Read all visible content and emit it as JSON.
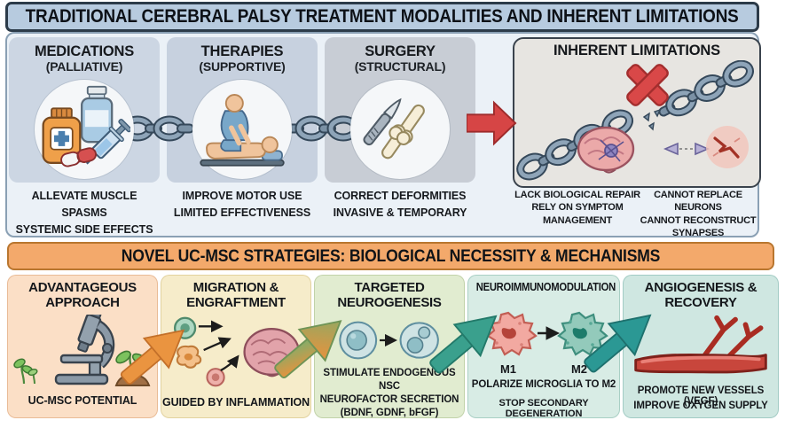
{
  "colors": {
    "header_blue": "#b7cbdf",
    "banner_orange": "#f3a96b",
    "red_accent": "#d94848",
    "chain_steel": "#8ea4b8",
    "orange_arrow": "#ea9440",
    "green_arrow": "#7fae6b",
    "teal_arrow": "#2e9d99"
  },
  "top": {
    "header": "TRADITIONAL CEREBRAL PALSY TREATMENT MODALITIES AND INHERENT LIMITATIONS",
    "modalities": [
      {
        "title": "MEDICATIONS",
        "subtitle": "(PALLIATIVE)",
        "icon": "medications-icon",
        "captions": [
          "ALLEVATE MUSCLE SPASMS",
          "SYSTEMIC SIDE EFFECTS"
        ]
      },
      {
        "title": "THERAPIES",
        "subtitle": "(SUPPORTIVE)",
        "icon": "therapy-icon",
        "captions": [
          "IMPROVE MOTOR USE",
          "LIMITED EFFECTIVENESS"
        ]
      },
      {
        "title": "SURGERY",
        "subtitle": "(STRUCTURAL)",
        "icon": "surgery-icon",
        "captions": [
          "CORRECT DEFORMITIES",
          "INVASIVE & TEMPORARY"
        ]
      }
    ],
    "limitations": {
      "title": "INHERENT LIMITATIONS",
      "icon": "broken-chain-icon",
      "captions_left": [
        "LACK BIOLOGICAL REPAIR",
        "RELY ON SYMPTOM MANAGEMENT"
      ],
      "captions_right": [
        "CANNOT REPLACE NEURONS",
        "CANNOT RECONSTRUCT SYNAPSES"
      ]
    }
  },
  "bottom": {
    "header": "NOVEL UC-MSC STRATEGIES: BIOLOGICAL NECESSITY & MECHANISMS",
    "strategies": [
      {
        "title": "ADVANTAGEOUS APPROACH",
        "icon": "microscope-icon",
        "captions": [
          "UC-MSC POTENTIAL"
        ]
      },
      {
        "title": "MIGRATION & ENGRAFTMENT",
        "icon": "cells-to-brain-icon",
        "captions": [
          "GUIDED BY INFLAMMATION"
        ]
      },
      {
        "title": "TARGETED NEUROGENESIS",
        "icon": "nsc-cells-icon",
        "captions": [
          "STIMULATE ENDOGENOUS NSC",
          "NEUROFACTOR SECRETION",
          "(BDNF, GDNF, bFGF)"
        ]
      },
      {
        "title": "NEUROIMMUNOMODULATION",
        "icon": "m1-m2-cells-icon",
        "cell_labels": [
          "M1",
          "M2"
        ],
        "captions": [
          "POLARIZE MICROGLIA TO M2",
          "STOP SECONDARY DEGENERATION"
        ]
      },
      {
        "title": "ANGIOGENESIS & RECOVERY",
        "icon": "blood-vessel-icon",
        "captions": [
          "PROMOTE NEW VESSELS (VEGF)",
          "IMPROVE OXYGEN SUPPLY"
        ]
      }
    ]
  }
}
